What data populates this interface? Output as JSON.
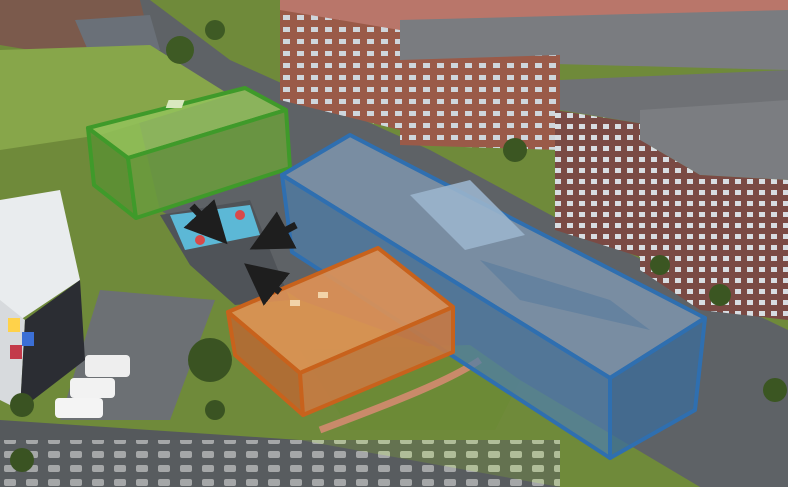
{
  "image": {
    "kind": "aerial-photo-with-building-overlays",
    "annotations": [
      {
        "name": "green-building-overlay",
        "color": "#3f9a2a"
      },
      {
        "name": "blue-building-overlay",
        "color": "#2f6fb0"
      },
      {
        "name": "orange-building-overlay",
        "color": "#c8621c"
      }
    ],
    "arrows": [
      {
        "name": "arrow-from-green-building",
        "color": "#1e1e1e"
      },
      {
        "name": "arrow-from-blue-building",
        "color": "#1e1e1e"
      },
      {
        "name": "arrow-from-orange-building",
        "color": "#1e1e1e"
      }
    ]
  },
  "colors": {
    "grass": "#6f8a3a",
    "asphalt": "#55595c",
    "brick": "#9c5b4a",
    "roof_grey": "#8a8c8e"
  }
}
